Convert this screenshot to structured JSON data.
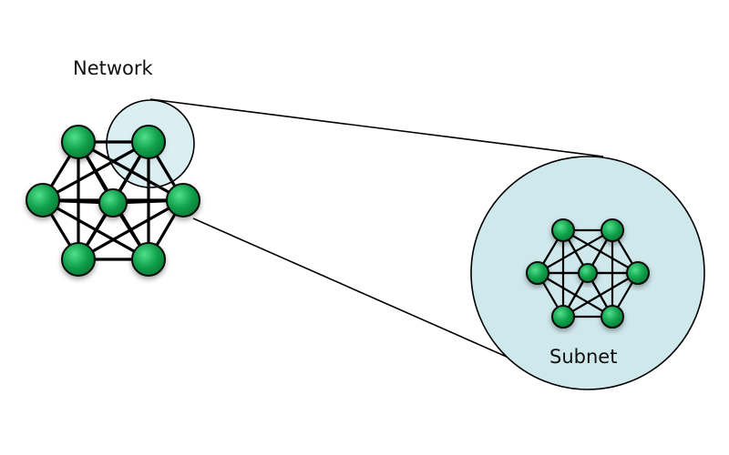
{
  "labels": {
    "network": "Network",
    "subnet": "Subnet"
  },
  "colors": {
    "node_fill": "#0f9d47",
    "node_fill_light": "#3fd07a",
    "node_stroke": "#0a0a0a",
    "edge": "#000000",
    "zoom_fill": "#cfe8ec",
    "zoom_stroke": "#000000"
  },
  "graph": {
    "nodes": [
      "n1",
      "n2",
      "n3",
      "n4",
      "n5",
      "n6",
      "center"
    ],
    "edges": [
      [
        "n1",
        "n2"
      ],
      [
        "n1",
        "n3"
      ],
      [
        "n1",
        "n4"
      ],
      [
        "n1",
        "n5"
      ],
      [
        "n1",
        "n6"
      ],
      [
        "n1",
        "center"
      ],
      [
        "n2",
        "n3"
      ],
      [
        "n2",
        "n4"
      ],
      [
        "n2",
        "n5"
      ],
      [
        "n2",
        "n6"
      ],
      [
        "n2",
        "center"
      ],
      [
        "n3",
        "n4"
      ],
      [
        "n3",
        "n5"
      ],
      [
        "n3",
        "n6"
      ],
      [
        "n3",
        "center"
      ],
      [
        "n4",
        "n5"
      ],
      [
        "n4",
        "n6"
      ],
      [
        "n4",
        "center"
      ],
      [
        "n5",
        "n6"
      ],
      [
        "n5",
        "center"
      ],
      [
        "n6",
        "center"
      ]
    ]
  }
}
